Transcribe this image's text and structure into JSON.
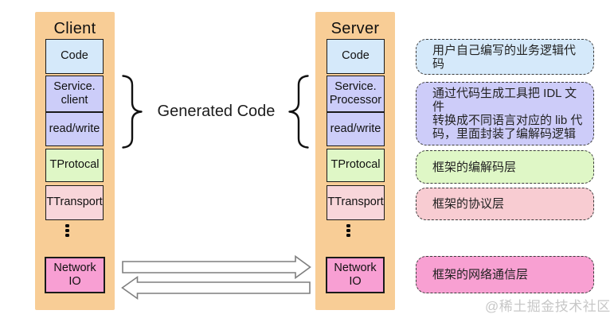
{
  "client_column": {
    "title": "Client",
    "boxes": [
      {
        "label": "Code",
        "bg": "#d5e9fa"
      },
      {
        "label": "Service.\nclient",
        "bg": "#cccdf9"
      },
      {
        "label": "read/write",
        "bg": "#cccdf9"
      },
      {
        "label": "TProtocal",
        "bg": "#dff7c6"
      },
      {
        "label": "TTransport",
        "bg": "#f8d6da"
      },
      {
        "label": "Network IO",
        "bg": "#f89fd3"
      }
    ]
  },
  "server_column": {
    "title": "Server",
    "boxes": [
      {
        "label": "Code",
        "bg": "#d5e9fa"
      },
      {
        "label": "Service.\nProcessor",
        "bg": "#cccdf9"
      },
      {
        "label": "read/write",
        "bg": "#cccdf9"
      },
      {
        "label": "TProtocal",
        "bg": "#dff7c6"
      },
      {
        "label": "TTransport",
        "bg": "#f8d6da"
      },
      {
        "label": "Network IO",
        "bg": "#f89fd3"
      }
    ]
  },
  "center": {
    "generated_code_label": "Generated Code"
  },
  "annotations": [
    {
      "text": "用户自己编写的业务逻辑代码",
      "bg": "#d5e9fa"
    },
    {
      "text": "通过代码生成工具把 IDL 文件\n转换成不同语言对应的 lib 代\n码，里面封装了编解码逻辑",
      "bg": "#cdccf9"
    },
    {
      "text": "框架的编解码层",
      "bg": "#dff7c6"
    },
    {
      "text": "框架的协议层",
      "bg": "#f8ccd2"
    },
    {
      "text": "框架的网络通信层",
      "bg": "#f8a0d2"
    }
  ],
  "watermark": "@稀土掘金技术社区",
  "colors": {
    "column_bg": "#f8cd96",
    "box_border": "#1a1a1a",
    "arrow_outline": "#7f7f7f",
    "watermark_text": "#c7c7c7"
  }
}
